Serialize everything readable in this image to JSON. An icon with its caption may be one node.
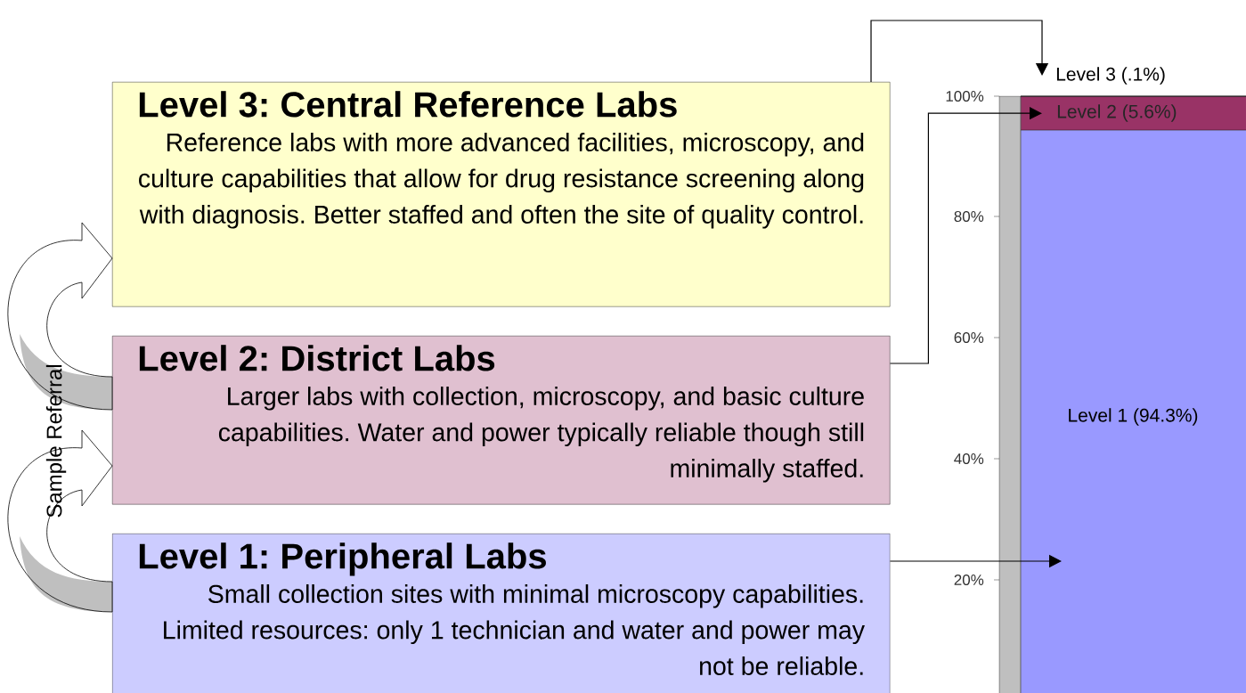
{
  "diagram": {
    "nodes": [
      {
        "text": [
          "Level 3: Central Reference Labs",
          "Reference labs with more advanced facilities, microscopy, and culture capabilities that allow for drug resistance screening along with diagnosis. Better staffed and often the site of quality control."
        ]
      },
      {
        "text": [
          "Level 2: District Labs",
          "Larger labs with collection, microscopy, and basic culture capabilities. Water and power typically reliable though still minimally staffed."
        ]
      },
      {
        "text": [
          "Level 1: Peripheral Labs",
          "Small collection sites with minimal microscopy capabilities. Limited resources: only 1 technician and water and power may not be reliable."
        ]
      },
      {
        "text": [
          "Level 3 (.1%)"
        ]
      },
      {
        "text": [
          "Level 2 (5.6%)"
        ]
      },
      {
        "text": [
          "Level 1 (94.3%)"
        ]
      }
    ],
    "edges": [
      {
        "from": 0,
        "to": 3,
        "arrow": "to"
      },
      {
        "from": 1,
        "to": 4,
        "arrow": "to"
      },
      {
        "from": 2,
        "to": 5,
        "arrow": "to"
      },
      {
        "from": 1,
        "to": 0,
        "arrow": "to",
        "style": "thick"
      },
      {
        "from": 2,
        "to": 1,
        "arrow": "to",
        "style": "thick"
      }
    ],
    "labels": [
      "Sample Referral",
      "100%",
      "80%",
      "60%",
      "40%",
      "20%"
    ]
  }
}
